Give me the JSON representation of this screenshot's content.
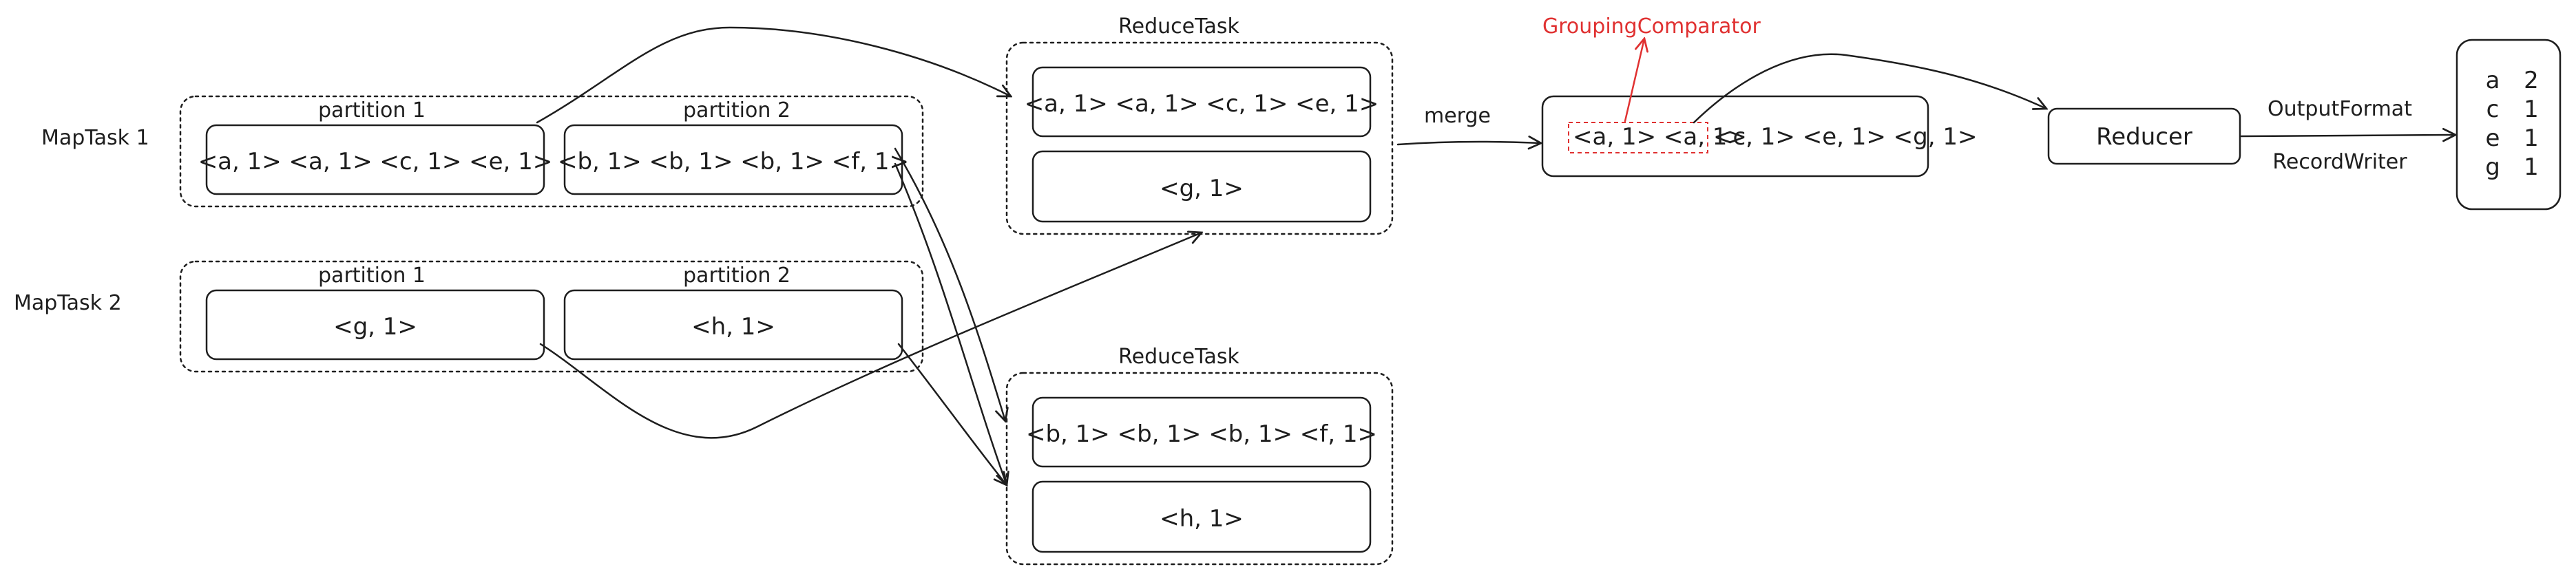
{
  "maptasks": [
    {
      "label": "MapTask 1",
      "partitions": [
        {
          "title": "partition 1",
          "content": "<a, 1> <a, 1> <c, 1> <e, 1>"
        },
        {
          "title": "partition 2",
          "content": "<b, 1> <b, 1> <b, 1> <f, 1>"
        }
      ]
    },
    {
      "label": "MapTask 2",
      "partitions": [
        {
          "title": "partition 1",
          "content": "<g, 1>"
        },
        {
          "title": "partition 2",
          "content": "<h, 1>"
        }
      ]
    }
  ],
  "reducetasks": [
    {
      "label": "ReduceTask",
      "rows": [
        "<a, 1> <a, 1> <c, 1> <e, 1>",
        "<g, 1>"
      ]
    },
    {
      "label": "ReduceTask",
      "rows": [
        "<b, 1> <b, 1> <b, 1> <f, 1>",
        "<h, 1>"
      ]
    }
  ],
  "merge_label": "merge",
  "merged": {
    "grouped": "<a, 1> <a, 1>",
    "rest": "<c, 1> <e, 1> <g, 1>"
  },
  "grouping_comparator": "GroupingComparator",
  "reducer": "Reducer",
  "output_format": "OutputFormat",
  "record_writer": "RecordWriter",
  "output": [
    {
      "key": "a",
      "value": "2"
    },
    {
      "key": "c",
      "value": "1"
    },
    {
      "key": "e",
      "value": "1"
    },
    {
      "key": "g",
      "value": "1"
    }
  ],
  "colors": {
    "stroke": "#1e1e1e",
    "accent": "#e03131",
    "background": "#ffffff"
  }
}
